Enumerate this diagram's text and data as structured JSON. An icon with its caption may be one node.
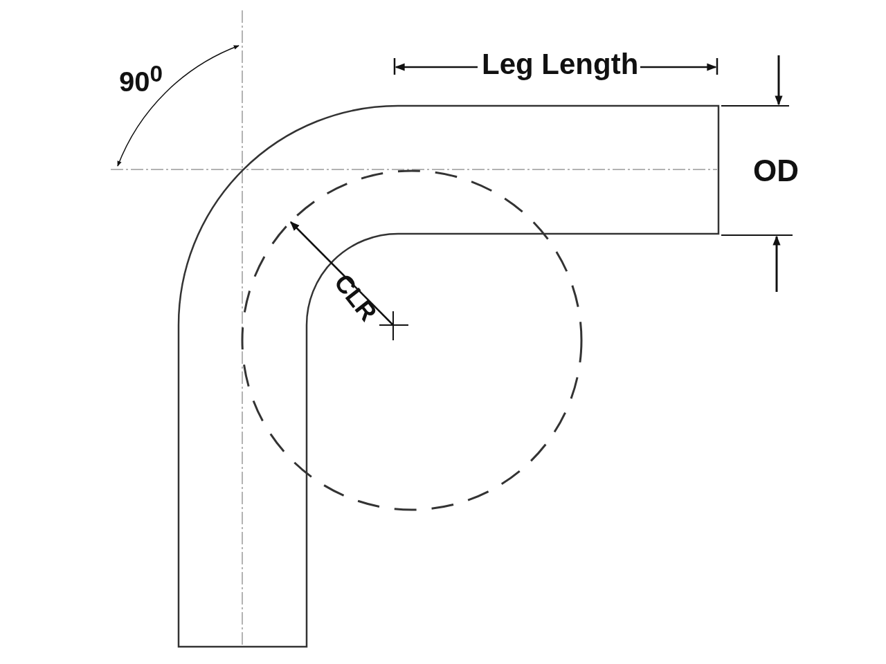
{
  "diagram": {
    "labels": [
      "90$^{0}$",
      "Leg Length",
      "OD",
      "CLR"
    ]
  }
}
